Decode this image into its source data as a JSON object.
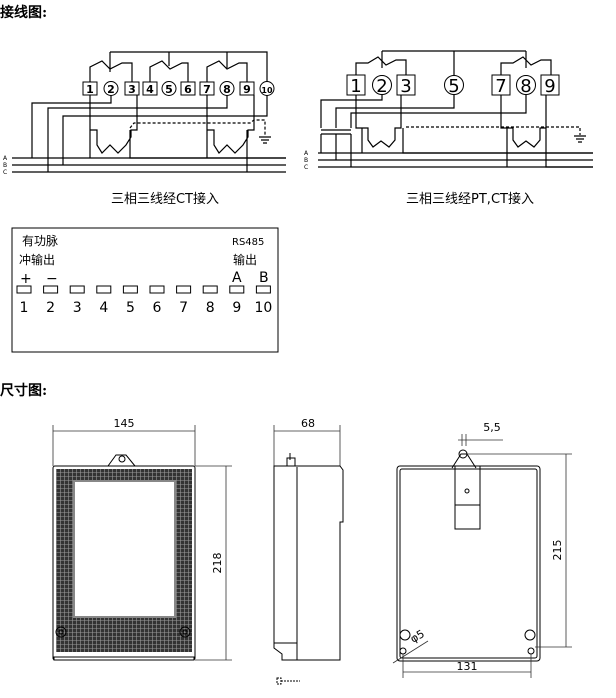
{
  "headings": {
    "wiring": "接线图:",
    "dimensions": "尺寸图:"
  },
  "diagram1": {
    "caption": "三相三线经CT接入",
    "terminals": [
      "1",
      "2",
      "3",
      "4",
      "5",
      "6",
      "7",
      "8",
      "9",
      "10"
    ],
    "phases": [
      "A",
      "B",
      "C"
    ]
  },
  "diagram2": {
    "caption": "三相三线经PT,CT接入",
    "terminals": [
      "1",
      "2",
      "3",
      "5",
      "7",
      "8",
      "9"
    ],
    "phases": [
      "A",
      "B",
      "C"
    ]
  },
  "terminal_block": {
    "pulse_label_1": "有功脉",
    "pulse_label_2": "冲输出",
    "rs485_label_1": "RS485",
    "rs485_label_2": "输出",
    "plus": "+",
    "minus": "−",
    "a": "A",
    "b": "B",
    "numbers": [
      "1",
      "2",
      "3",
      "4",
      "5",
      "6",
      "7",
      "8",
      "9",
      "10"
    ]
  },
  "dimensions": {
    "front_width": "145",
    "front_height": "218",
    "side_depth": "68",
    "hook_width": "5,5",
    "mount_height": "215",
    "mount_width": "131",
    "hole_dia": "φ5"
  }
}
